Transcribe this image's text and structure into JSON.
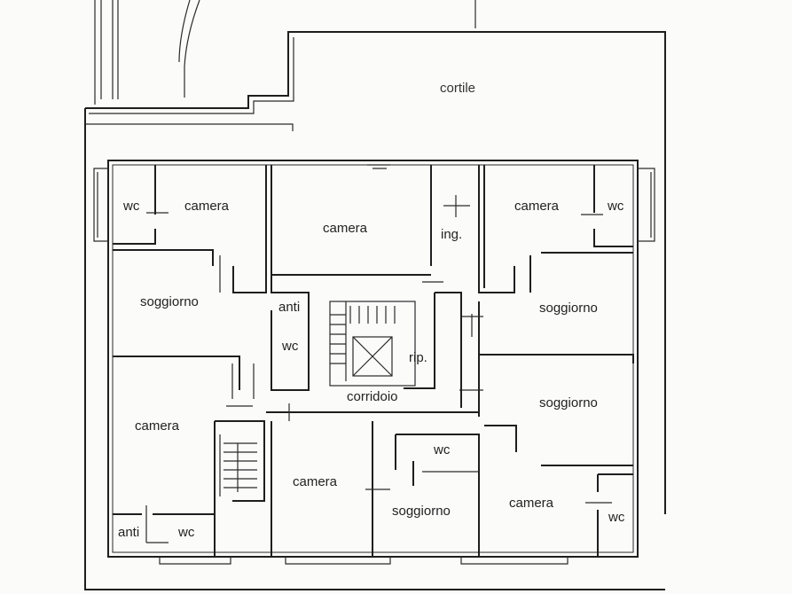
{
  "labels": {
    "courtyard": "cortile",
    "wc_top_left": "wc",
    "camera_top_left": "camera",
    "camera_top_center": "camera",
    "ingresso": "ing.",
    "camera_top_right": "camera",
    "wc_top_right": "wc",
    "soggiorno_left": "soggiorno",
    "anti_center": "anti",
    "soggiorno_right_upper": "soggiorno",
    "wc_center": "wc",
    "ripostiglio": "rip.",
    "corridoio": "corridoio",
    "camera_left_lower": "camera",
    "soggiorno_right_lower": "soggiorno",
    "wc_bottom_center": "wc",
    "camera_bottom_center": "camera",
    "soggiorno_bottom": "soggiorno",
    "camera_bottom_right": "camera",
    "anti_bottom_left": "anti",
    "wc_bottom_left": "wc",
    "wc_bottom_right": "wc"
  }
}
